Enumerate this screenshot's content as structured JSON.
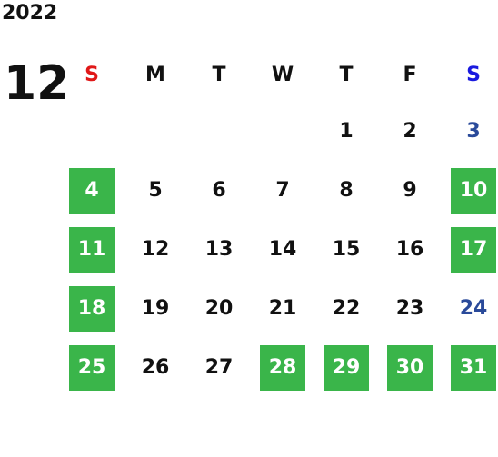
{
  "year": "2022",
  "month": "12",
  "colors": {
    "holiday_bg": "#3ab54a",
    "holiday_text": "#ffffff",
    "sunday_header": "#e01818",
    "saturday_header": "#1a1adf",
    "saturday_text": "#2a4a9a",
    "default_text": "#111111"
  },
  "weekdays": [
    "S",
    "M",
    "T",
    "W",
    "T",
    "F",
    "S"
  ],
  "weeks": [
    [
      {
        "day": "",
        "type": "empty"
      },
      {
        "day": "",
        "type": "empty"
      },
      {
        "day": "",
        "type": "empty"
      },
      {
        "day": "",
        "type": "empty"
      },
      {
        "day": "1",
        "type": "normal"
      },
      {
        "day": "2",
        "type": "normal"
      },
      {
        "day": "3",
        "type": "saturday"
      }
    ],
    [
      {
        "day": "4",
        "type": "holiday"
      },
      {
        "day": "5",
        "type": "normal"
      },
      {
        "day": "6",
        "type": "normal"
      },
      {
        "day": "7",
        "type": "normal"
      },
      {
        "day": "8",
        "type": "normal"
      },
      {
        "day": "9",
        "type": "normal"
      },
      {
        "day": "10",
        "type": "holiday"
      }
    ],
    [
      {
        "day": "11",
        "type": "holiday"
      },
      {
        "day": "12",
        "type": "normal"
      },
      {
        "day": "13",
        "type": "normal"
      },
      {
        "day": "14",
        "type": "normal"
      },
      {
        "day": "15",
        "type": "normal"
      },
      {
        "day": "16",
        "type": "normal"
      },
      {
        "day": "17",
        "type": "holiday"
      }
    ],
    [
      {
        "day": "18",
        "type": "holiday"
      },
      {
        "day": "19",
        "type": "normal"
      },
      {
        "day": "20",
        "type": "normal"
      },
      {
        "day": "21",
        "type": "normal"
      },
      {
        "day": "22",
        "type": "normal"
      },
      {
        "day": "23",
        "type": "normal"
      },
      {
        "day": "24",
        "type": "saturday"
      }
    ],
    [
      {
        "day": "25",
        "type": "holiday"
      },
      {
        "day": "26",
        "type": "normal"
      },
      {
        "day": "27",
        "type": "normal"
      },
      {
        "day": "28",
        "type": "holiday"
      },
      {
        "day": "29",
        "type": "holiday"
      },
      {
        "day": "30",
        "type": "holiday"
      },
      {
        "day": "31",
        "type": "holiday"
      }
    ]
  ]
}
